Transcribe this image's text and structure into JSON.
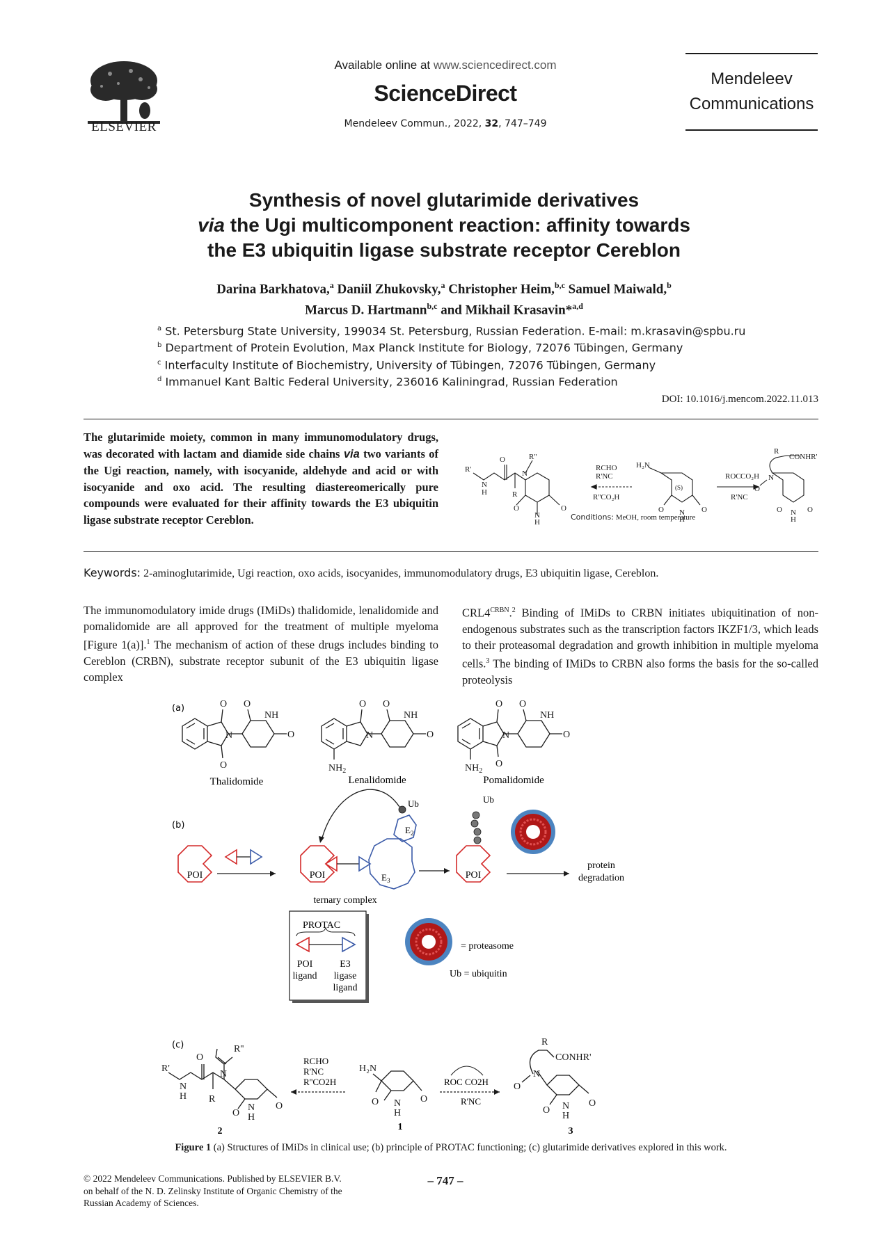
{
  "header": {
    "publisher_logo_word": "ELSEVIER",
    "available_online_prefix": "Available online at",
    "available_online_url": "www.sciencedirect.com",
    "platform": "ScienceDirect",
    "citation_journal": "Mendeleev Commun., 2022,",
    "citation_volume": "32",
    "citation_pages": ", 747–749",
    "journal_line1": "Mendeleev",
    "journal_line2": "Communications"
  },
  "article": {
    "title_line1": "Synthesis of novel glutarimide derivatives",
    "title_via": "via",
    "title_line2_rest": " the Ugi multicomponent reaction: affinity towards",
    "title_line3": "the E3 ubiquitin ligase substrate receptor Cereblon",
    "authors": [
      {
        "name": "Darina Barkhatova,",
        "aff": "a"
      },
      {
        "name": " Daniil Zhukovsky,",
        "aff": "a"
      },
      {
        "name": " Christopher Heim,",
        "aff": "b,c"
      },
      {
        "name": " Samuel Maiwald,",
        "aff": "b"
      }
    ],
    "authors_line2": [
      {
        "name": "Marcus D. Hartmann",
        "aff": "b,c"
      },
      {
        "name": " and Mikhail Krasavin*",
        "aff": "a,d"
      }
    ],
    "affiliations": [
      {
        "key": "a",
        "text": "St. Petersburg State University, 199034 St. Petersburg, Russian Federation. E-mail: m.krasavin@spbu.ru"
      },
      {
        "key": "b",
        "text": "Department of Protein Evolution, Max Planck Institute for Biology, 72076 Tübingen, Germany"
      },
      {
        "key": "c",
        "text": "Interfaculty Institute of Biochemistry, University of Tübingen, 72076 Tübingen, Germany"
      },
      {
        "key": "d",
        "text": "Immanuel Kant Baltic Federal University, 236016 Kaliningrad, Russian Federation"
      }
    ],
    "doi": "DOI: 10.1016/j.mencom.2022.11.013",
    "abstract_part1": "The glutarimide moiety, common in many immuno­modulatory drugs, was decorated with lactam and diamide side chains ",
    "abstract_via": "via",
    "abstract_part2": " two variants of the Ugi reaction, namely, with isocyanide, aldehyde and acid or with isocyanide and oxo acid. The resulting diastereomerically pure compounds were evaluated for their affinity towards the E3 ubiquitin ligase substrate receptor Cereblon.",
    "conditions_label": "Conditions:",
    "conditions_text": " MeOH, room temperature",
    "keywords_label": "Keywords:",
    "keywords_text": " 2-aminoglutarimide, Ugi reaction, oxo acids, isocyanides, immunomodulatory drugs, E3 ubiquitin ligase, Cereblon."
  },
  "body": {
    "left_a": "The immunomodulatory imide drugs (IMiDs) thalidomide, lenalidomide and pomalidomide are all approved for the treatment of multiple myeloma [Figure 1(a)].",
    "left_ref1": "1",
    "left_b": " The mechanism of action of these drugs includes binding to Cereblon (CRBN), substrate receptor subunit of the E3 ubiquitin ligase complex",
    "right_a": "CRL4",
    "right_sup_crbn": "CRBN",
    "right_b": ".",
    "right_ref2": "2",
    "right_c": " Binding of IMiDs to CRBN initiates ubiquitination of non-endogenous substrates such as the transcription factors IKZF1/3, which leads to their proteasomal degradation and growth inhibition in multiple myeloma cells.",
    "right_ref3": "3",
    "right_d": " The binding of IMiDs to CRBN also forms the basis for the so-called proteolysis"
  },
  "figure": {
    "panel_a": "(a)",
    "panel_b": "(b)",
    "panel_c": "(c)",
    "drug_names": [
      "Thalidomide",
      "Lenalidomide",
      "Pomalidomide"
    ],
    "poi": "POI",
    "ternary_complex": "ternary complex",
    "e2": "E2",
    "e3": "E3",
    "ub": "Ub",
    "protein_degradation_1": "protein",
    "protein_degradation_2": "degradation",
    "protac": "PROTAC",
    "poi_ligand_1": "POI",
    "poi_ligand_2": "ligand",
    "e3_ligand_1": "E3",
    "e3_ligand_2": "ligase",
    "e3_ligand_3": "ligand",
    "eq_proteasome": "= proteasome",
    "eq_ubiquitin": "Ub = ubiquitin",
    "reagents_ugi": [
      "RCHO",
      "R'NC",
      "R''CO2H"
    ],
    "reagent_oxo_top": "ROC    CO2H",
    "reagent_oxo_bottom": "R'NC",
    "compound_numbers": [
      "2",
      "1",
      "3"
    ],
    "stereo_label": "(S)",
    "caption_label": "Figure 1",
    "caption_text": " (a) Structures of IMiDs in clinical use; (b) principle of PROTAC functioning; (c) glutarimide derivatives explored in this work."
  },
  "footer": {
    "copyright_1": "© 2022 Mendeleev Communications. Published by ELSEVIER B.V.",
    "copyright_2": "on behalf of the N. D. Zelinsky Institute of Organic Chemistry of the",
    "copyright_3": "Russian Academy of Sciences.",
    "page": "– 747 –"
  },
  "colors": {
    "poi_red": "#d42a2a",
    "e3_blue": "#3a5aa8",
    "proteasome_red": "#b01818",
    "proteasome_blue": "#2d6fb5"
  }
}
